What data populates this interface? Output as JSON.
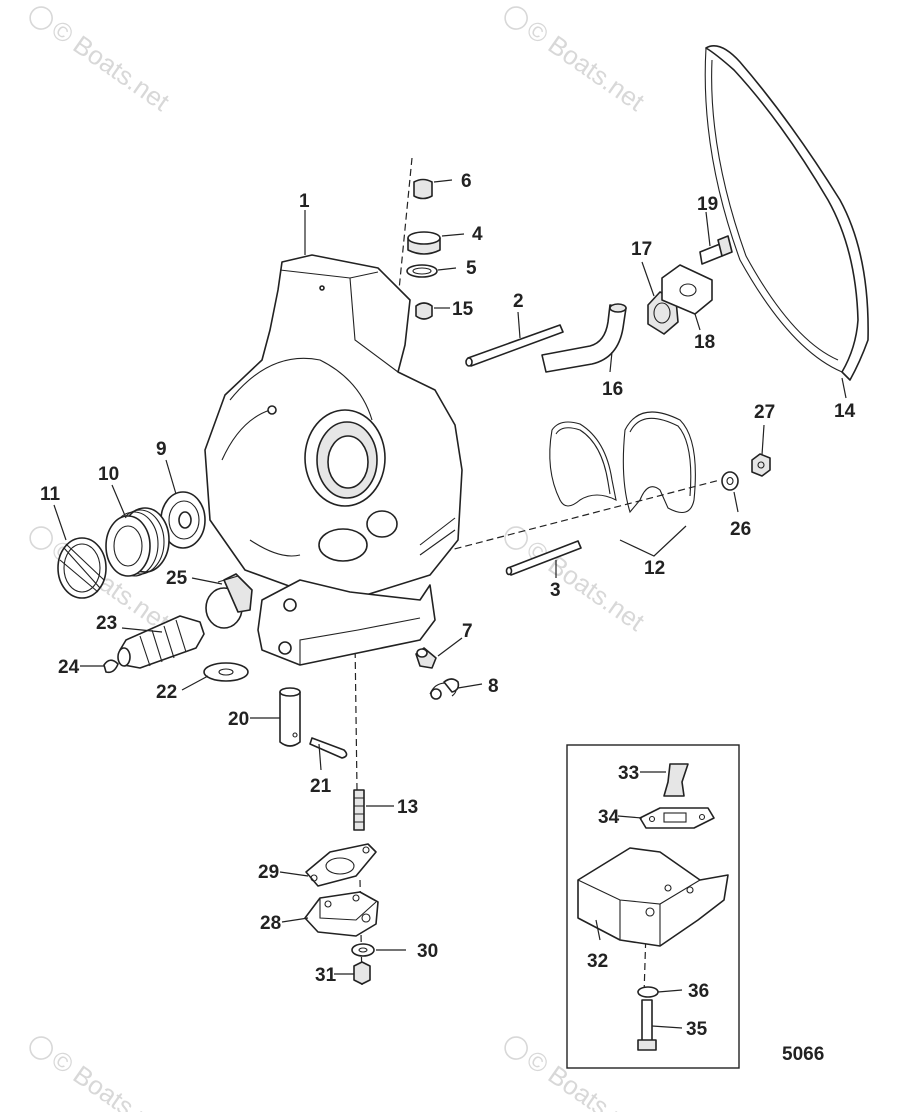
{
  "watermark": "© Boats.net",
  "figure_number": "5066",
  "callouts": {
    "c1": "1",
    "c2": "2",
    "c3": "3",
    "c4": "4",
    "c5": "5",
    "c6": "6",
    "c7": "7",
    "c8": "8",
    "c9": "9",
    "c10": "10",
    "c11": "11",
    "c12": "12",
    "c13": "13",
    "c14": "14",
    "c15": "15",
    "c16": "16",
    "c17": "17",
    "c18": "18",
    "c19": "19",
    "c20": "20",
    "c21": "21",
    "c22": "22",
    "c23": "23",
    "c24": "24",
    "c25": "25",
    "c26": "26",
    "c27": "27",
    "c28": "28",
    "c29": "29",
    "c30": "30",
    "c31": "31",
    "c32": "32",
    "c33": "33",
    "c34": "34",
    "c35": "35",
    "c36": "36"
  }
}
